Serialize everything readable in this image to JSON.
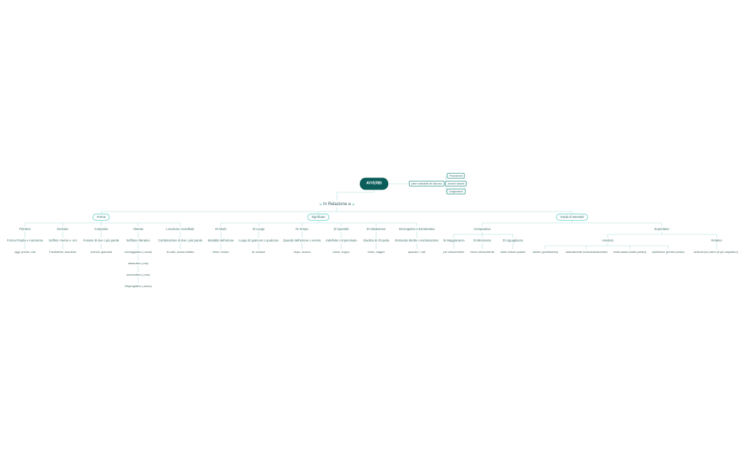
{
  "root": "AVVERBI",
  "side_label": "parte invariabile del discorso",
  "side_items": [
    "Preposizioni",
    "Avverbi varianti",
    "Congiunzioni"
  ],
  "branch": "In Relazione a",
  "categories": {
    "forma": {
      "title": "Forma",
      "items": [
        {
          "label": "Primitivo",
          "desc": "Forma Propria e Autonoma",
          "examples": [
            "oggi, presto, mai"
          ]
        },
        {
          "label": "Derivato",
          "desc": "Suffissi -mente e -oni",
          "examples": [
            "Facilmente, tuscoloni"
          ]
        },
        {
          "label": "Composto",
          "desc": "Fusione di due o più parole",
          "examples": [
            "ovenuti, giammai"
          ]
        },
        {
          "label": "Alterato",
          "desc": "Suffisso Alterativo",
          "examples": [
            "vezzeggiativo (-uccio)",
            "diminutivo (-ino)",
            "accrescitivo (-one)",
            "Dispregiativo (-accio)"
          ]
        },
        {
          "label": "Locuzione Avverbiale",
          "desc": "Combinazione di due o più parole",
          "examples": [
            "di colto, senza dubbio"
          ]
        }
      ]
    },
    "significato": {
      "title": "Significato",
      "items": [
        {
          "label": "Di Modo",
          "desc": "Modalità dell'azione",
          "examples": [
            "bene, invano"
          ]
        },
        {
          "label": "Di Luogo",
          "desc": "Luogo di qualcuno o qualcosa",
          "examples": [
            "là, lontano"
          ]
        },
        {
          "label": "Di Tempo",
          "desc": "Quando dell'azione o evento",
          "examples": [
            "dopo, ancora"
          ]
        },
        {
          "label": "Di Quantità",
          "desc": "Indefinita o Imprecisata",
          "examples": [
            "mano, troppo"
          ]
        },
        {
          "label": "Di Valutazione",
          "desc": "Giudizio di chi parla",
          "examples": [
            "forse, magari"
          ]
        },
        {
          "label": "Interrogativo o Esclamativo",
          "desc": "Domanda diretta o esclamazione",
          "examples": [
            "quando?, ma!"
          ]
        }
      ]
    },
    "grado": {
      "title": "Grado di Intensità",
      "comparativo": {
        "label": "Comparativo",
        "items": [
          {
            "label": "Di Maggioranza",
            "example": "più velocemente"
          },
          {
            "label": "Di Minoranza",
            "example": "meno velocemente"
          },
          {
            "label": "Di Uguaglianza",
            "example": "tanto veloce quanto"
          }
        ]
      },
      "superlativo": {
        "label": "Superlativo",
        "assoluto": {
          "label": "Assoluto",
          "examples": [
            "-issimo (prestissimo)",
            "-issimamente (velocissimamente)",
            "molto,assai (molto presto)",
            "ripetizione (presto presto)"
          ]
        },
        "relativo": {
          "label": "Relativo",
          "examples": [
            "articolo+più,meno (il più ampiatico)"
          ]
        }
      }
    }
  }
}
